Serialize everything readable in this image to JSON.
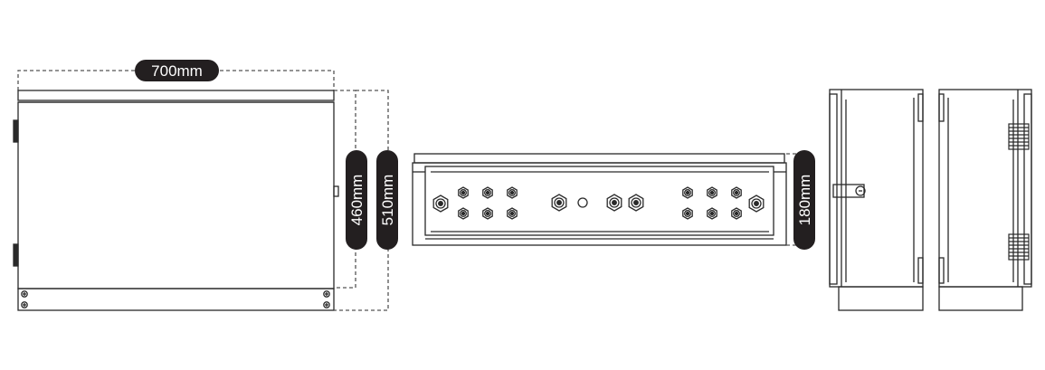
{
  "dimensions": {
    "width": "700mm",
    "height_front": "460mm",
    "height_overall": "510mm",
    "depth": "180mm"
  },
  "colors": {
    "line": "#2a2a2a",
    "pill": "#231f20",
    "dashed": "#555555"
  }
}
